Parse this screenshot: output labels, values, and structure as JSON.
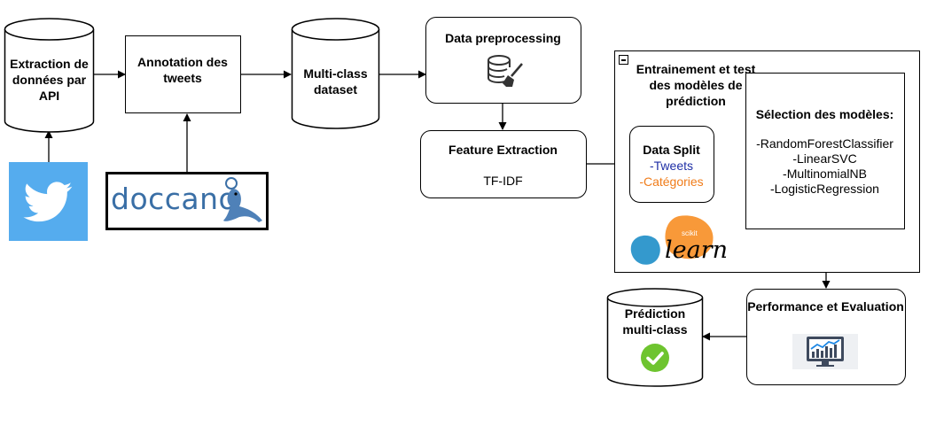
{
  "nodes": {
    "extraction": "Extraction de données par API",
    "annotation": "Annotation des tweets",
    "dataset": "Multi-class dataset",
    "preprocessing": "Data preprocessing",
    "feature_title": "Feature Extraction",
    "feature_method": "TF-IDF",
    "training_group": "Entrainement et test des modèles de prédiction",
    "split_title": "Data Split",
    "split_tweets": "-Tweets",
    "split_categories": "-Catégories",
    "selection_title": "Sélection des modèles:",
    "models": [
      "-RandomForestClassifier",
      "-LinearSVC",
      "-MultinomialNB",
      "-LogisticRegression"
    ],
    "performance": "Performance et Evaluation",
    "prediction": "Prédiction multi-class"
  },
  "logos": {
    "doccano": "doccano",
    "sklearn_small": "scikit",
    "sklearn_big": "learn"
  },
  "colors": {
    "tweets": "#1f2fa6",
    "categories": "#f07c1a",
    "twitter": "#55acee",
    "sklearn_orange": "#f89939",
    "sklearn_blue": "#3499cd",
    "check": "#6ec42f",
    "doccano": "#3a6fa6"
  },
  "icons": [
    "twitter-icon",
    "database-brush-icon",
    "analytics-monitor-icon",
    "checkmark-icon",
    "collapse-icon",
    "seal-icon"
  ]
}
